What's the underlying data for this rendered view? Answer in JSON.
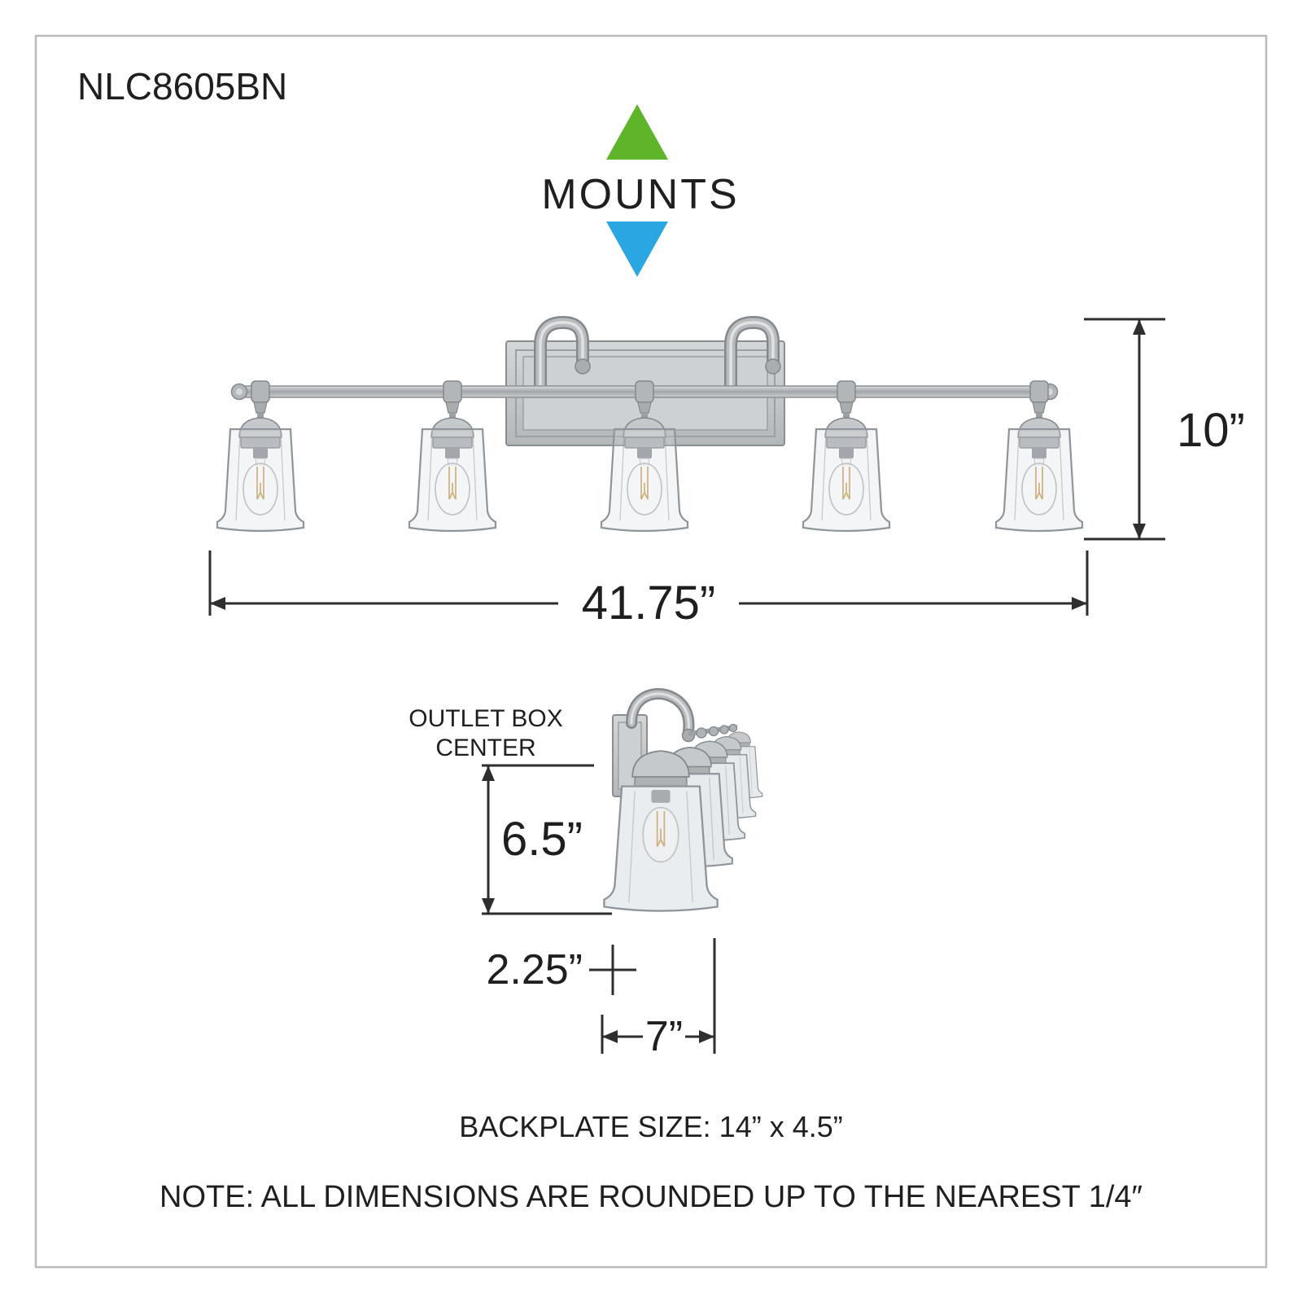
{
  "title": {
    "model": "NLC8605BN"
  },
  "mounts": {
    "label": "MOUNTS",
    "up_arrow_color": "#5fb52a",
    "down_arrow_color": "#2aa6e2"
  },
  "front_view": {
    "height_label": "10”",
    "width_label": "41.75”"
  },
  "side_view": {
    "outlet_label_line1": "OUTLET BOX",
    "outlet_label_line2": "CENTER",
    "center_height_label": "6.5”",
    "depth_label": "2.25”",
    "width_label": "7”"
  },
  "footer": {
    "backplate_size": "BACKPLATE SIZE: 14” x 4.5”",
    "note": "NOTE:  ALL DIMENSIONS ARE ROUNDED UP TO THE NEAREST  1/4″"
  },
  "colors": {
    "dimension_line": "#2e2e2e",
    "metal_light": "#d9dbdd",
    "metal_mid": "#b3b6b9",
    "metal_dark": "#84888c",
    "filament_amber": "#c89a4b",
    "frame_border": "#bcbcbc"
  }
}
